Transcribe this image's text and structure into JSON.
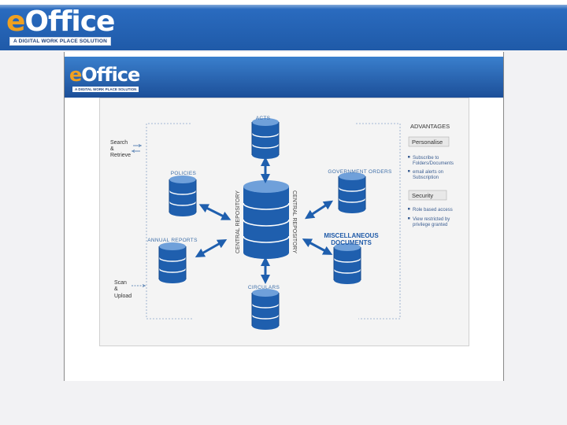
{
  "header": {
    "logo_e": "e",
    "logo_rest": "Office",
    "tagline": "A DIGITAL WORK PLACE SOLUTION"
  },
  "inner": {
    "logo_e": "e",
    "logo_rest": "Office",
    "tagline": "A DIGITAL WORK PLACE SOLUTION"
  },
  "diagram": {
    "nodes": {
      "acts": "ACTS",
      "policies": "POLICIES",
      "government_orders": "GOVERNMENT ORDERS",
      "annual_reports": "ANNUAL REPORTS",
      "misc_line1": "MISCELLANEOUS",
      "misc_line2": "DOCUMENTS",
      "circulars": "CIRCULARS",
      "central_left": "CENTRAL REPOSITORY",
      "central_right": "CENTRAL REPOSITORY"
    },
    "search": [
      "Search",
      "&",
      "Retrieve"
    ],
    "scan": [
      "Scan",
      "&",
      "Upload"
    ]
  },
  "advantages": {
    "title": "ADVANTAGES",
    "personalise": {
      "label": "Personalise",
      "items": [
        [
          "Subscribe to",
          "Folders/Documents"
        ],
        [
          "email alerts on",
          "Subscription"
        ]
      ]
    },
    "security": {
      "label": "Security",
      "items": [
        [
          "Role based access"
        ],
        [
          "View restricted by",
          "privilege granted"
        ]
      ]
    }
  },
  "colors": {
    "db_blue": "#1f5fae",
    "db_dark": "#164a8c",
    "accent_orange": "#f0a020",
    "header_blue": "#1f5aa8"
  }
}
